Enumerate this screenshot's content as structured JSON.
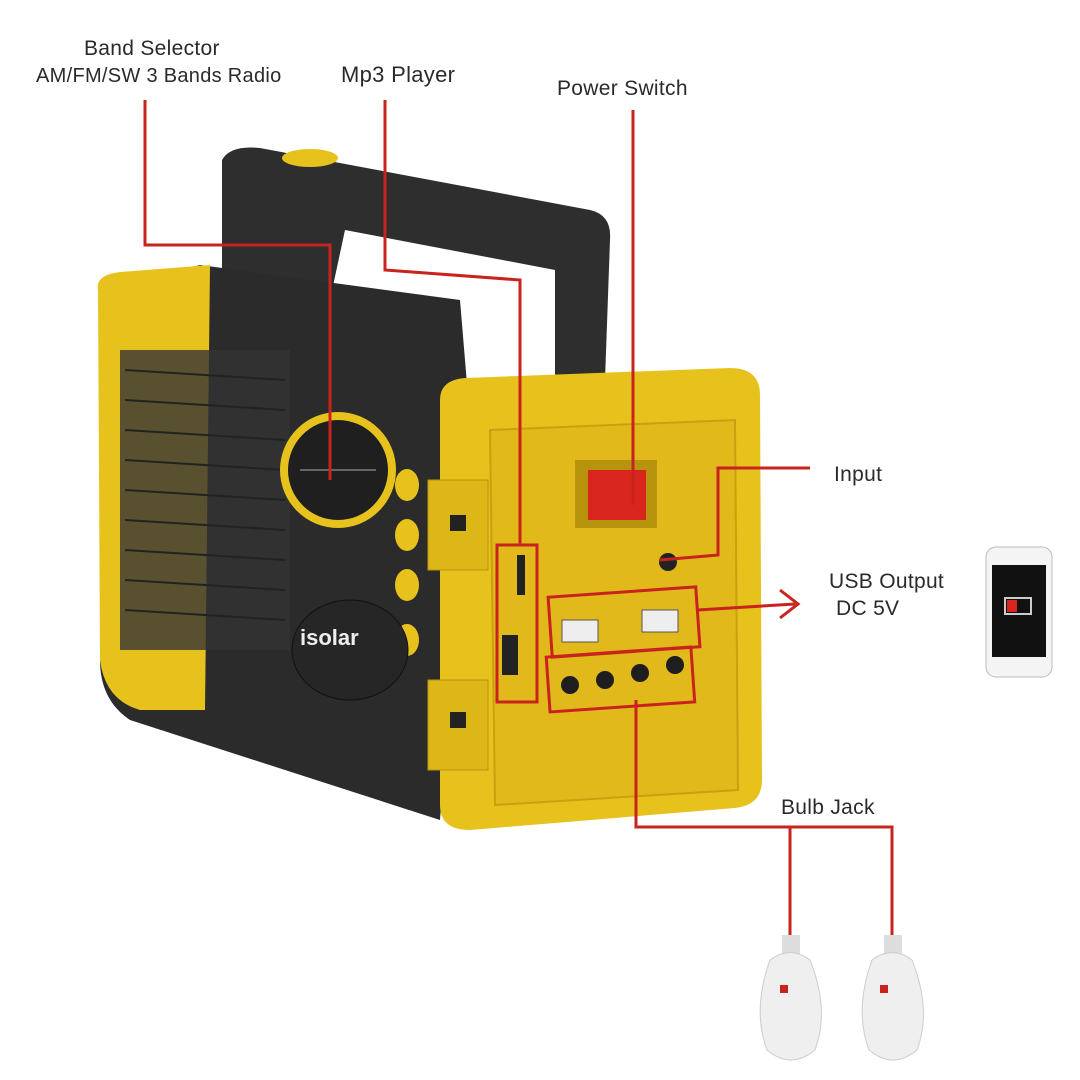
{
  "labels": {
    "band_selector": "Band Selector",
    "band_selector_sub": "AM/FM/SW 3 Bands Radio",
    "mp3_player": "Mp3 Player",
    "power_switch": "Power Switch",
    "input": "Input",
    "usb_output": "USB Output",
    "usb_output_sub": "DC 5V",
    "bulb_jack": "Bulb Jack"
  },
  "logo": {
    "brand": "isolar"
  },
  "colors": {
    "body_yellow": "#e8c21c",
    "body_black": "#2b2b2b",
    "callout_red": "#c8231e",
    "switch_red": "#d8261e"
  }
}
